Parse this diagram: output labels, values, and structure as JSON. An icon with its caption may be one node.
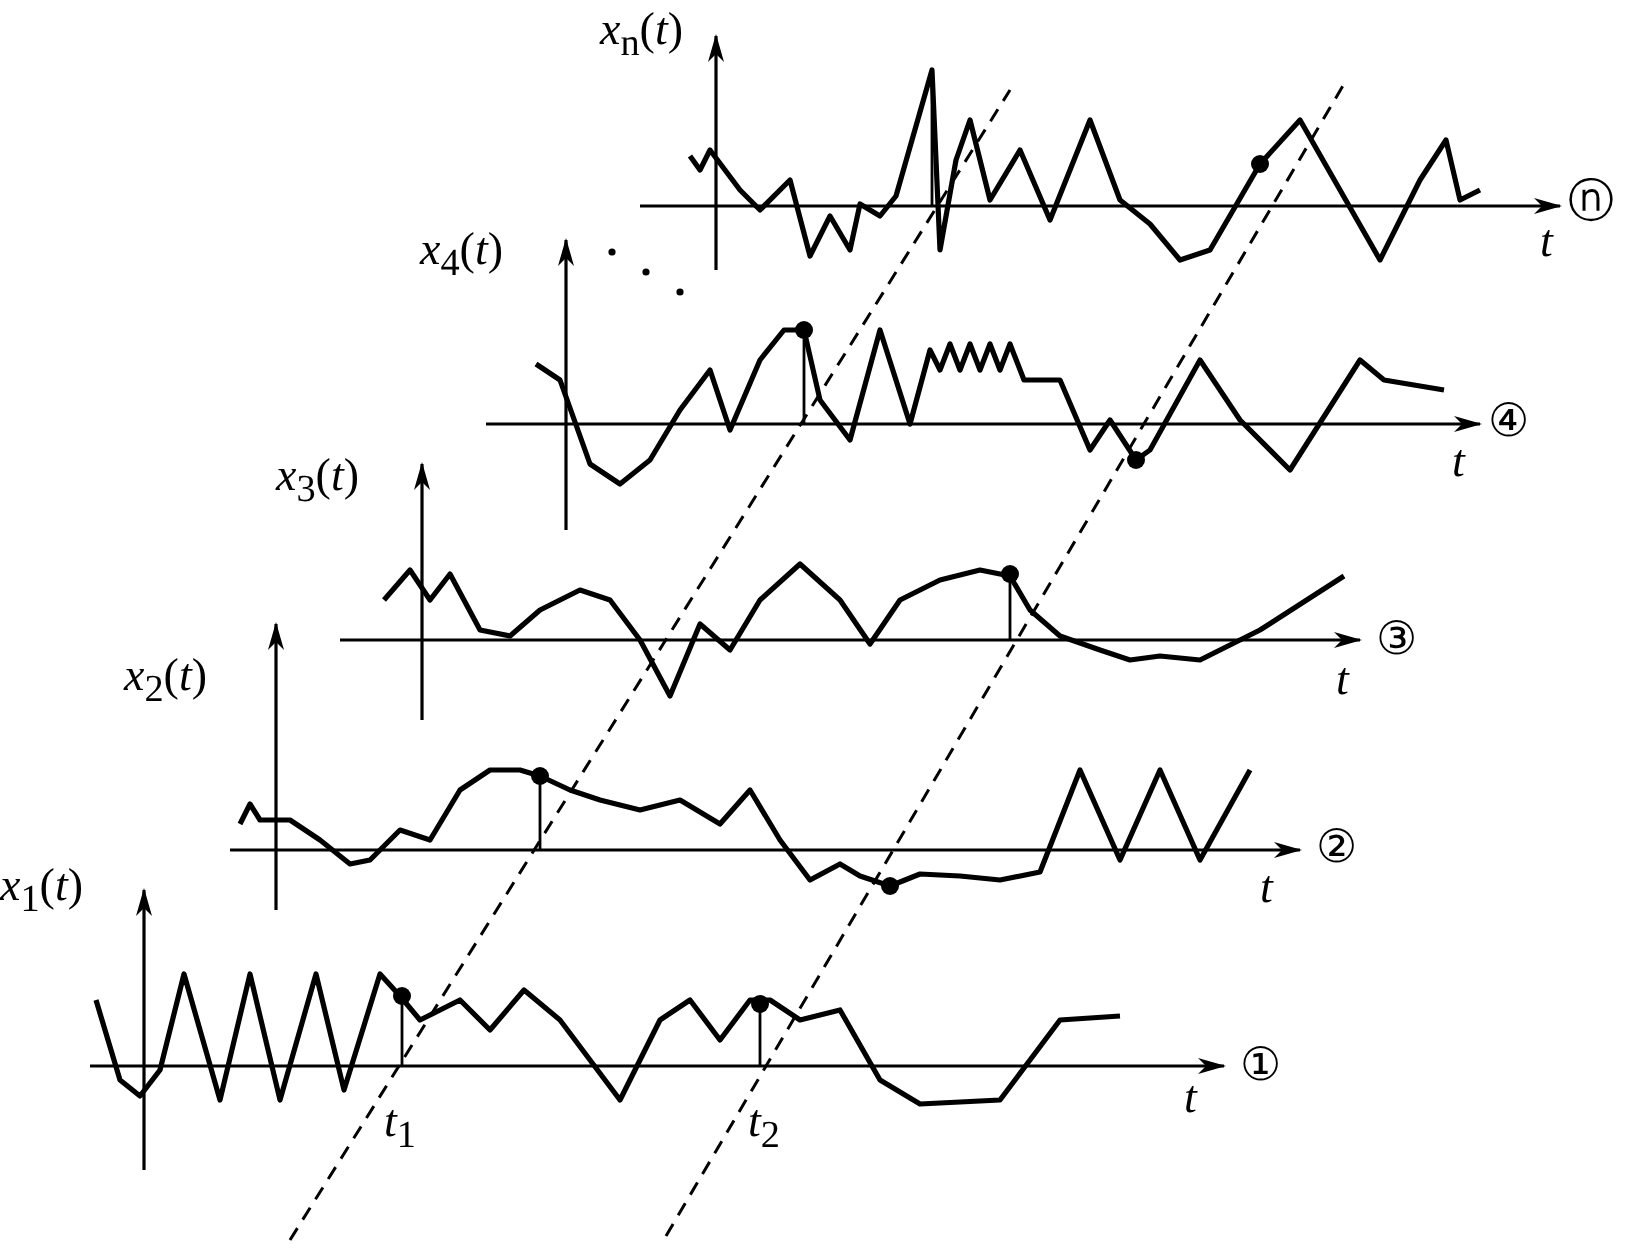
{
  "diagram": {
    "labels": [
      "*x*$_{n}$(*t*)",
      "t",
      "ⓝ",
      "*x*$_{4}$(*t*)",
      "t",
      "④",
      "*x*$_{3}$(*t*)",
      "③",
      "t",
      "*x*$_{2}$(*t*)",
      "②",
      "t",
      "*x*$_{1}$(*t*)",
      "t",
      "①",
      "*t*$_{1}$",
      "*t*$_{2}$"
    ]
  }
}
